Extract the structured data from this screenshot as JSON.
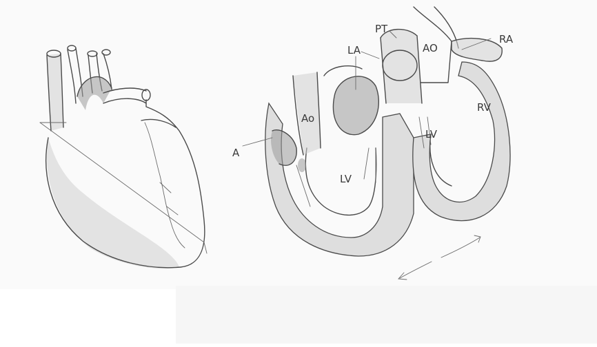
{
  "labels": {
    "pt": "PT",
    "la": "LA",
    "ao_top": "AO",
    "ra": "RA",
    "ao_mid": "Ao",
    "rv": "RV",
    "lv_right": "LV",
    "a_left": "A",
    "lv_left": "LV"
  },
  "colors": {
    "background": "#ffffff",
    "pencil": "#4a4a4a",
    "shading": "#bdbdbd"
  }
}
